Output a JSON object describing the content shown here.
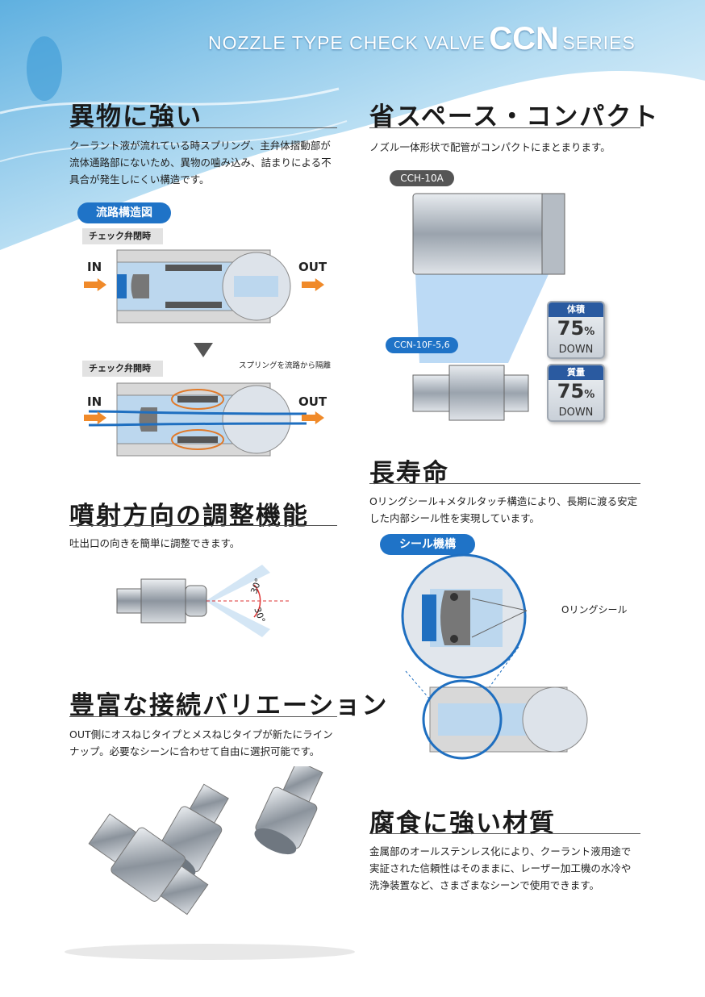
{
  "header": {
    "prefix": "NOZZLE TYPE CHECK VALVE",
    "brand": "CCN",
    "suffix": "SERIES"
  },
  "s1": {
    "title": "異物に強い",
    "text": [
      "クーラント液が流れている時スプリング、主弁体摺動部が",
      "流体通路部にないため、異物の噛み込み、詰まりによる不",
      "具合が発生しにくい構造です。"
    ],
    "pill": "流路構造図",
    "tag_closed": "チェック弁閉時",
    "tag_open": "チェック弁開時",
    "in": "IN",
    "out": "OUT",
    "spring_note": "スプリングを流路から隔離"
  },
  "s2": {
    "title": "省スペース・コンパクト",
    "text": "ノズル一体形状で配管がコンパクトにまとまります。",
    "model_a": "CCH-10A",
    "model_b": "CCN-10F-5,6",
    "badge1": {
      "title": "体積",
      "value": "75",
      "unit": "%",
      "down": "DOWN"
    },
    "badge2": {
      "title": "質量",
      "value": "75",
      "unit": "%",
      "down": "DOWN"
    }
  },
  "s3": {
    "title": "噴射方向の調整機能",
    "text": "吐出口の向きを簡単に調整できます。",
    "angle1": "30°",
    "angle2": "30°"
  },
  "s4": {
    "title": "長寿命",
    "text": [
      "Oリングシール+メタルタッチ構造により、長期に渡る安定",
      "した内部シール性を実現しています。"
    ],
    "pill": "シール機構",
    "oring": "Oリングシール"
  },
  "s5": {
    "title": "豊富な接続バリエーション",
    "text": [
      "OUT側にオスねじタイプとメスねじタイプが新たにライン",
      "ナップ。必要なシーンに合わせて自由に選択可能です。"
    ]
  },
  "s6": {
    "title": "腐食に強い材質",
    "text": [
      "金属部のオールステンレス化により、クーラント液用途で",
      "実証された信頼性はそのままに、レーザー加工機の水冷や",
      "洗浄装置など、さまざまなシーンで使用できます。"
    ]
  }
}
